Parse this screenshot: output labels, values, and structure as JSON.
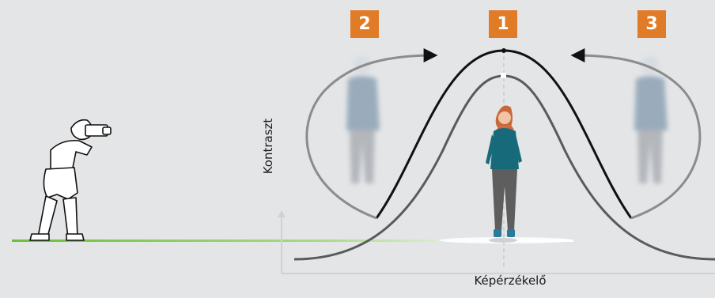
{
  "badges": [
    {
      "label": "1",
      "color": "#e07b27"
    },
    {
      "label": "2",
      "color": "#e07b27"
    },
    {
      "label": "3",
      "color": "#e07b27"
    }
  ],
  "axes": {
    "ylabel": "Kontraszt",
    "xlabel": "Képérzékelő"
  },
  "colors": {
    "background": "#e3e5e7",
    "accent": "#e07b27",
    "ground_green": "#6cbf3a",
    "curve_dark": "#111111",
    "curve_mid": "#555555",
    "curve_light": "#8c8c8c"
  },
  "figures": {
    "photographer": "photographer-icon",
    "subject_sharp": "woman-figure",
    "subject_blur_left": "woman-figure-blurred",
    "subject_blur_right": "woman-figure-blurred"
  }
}
